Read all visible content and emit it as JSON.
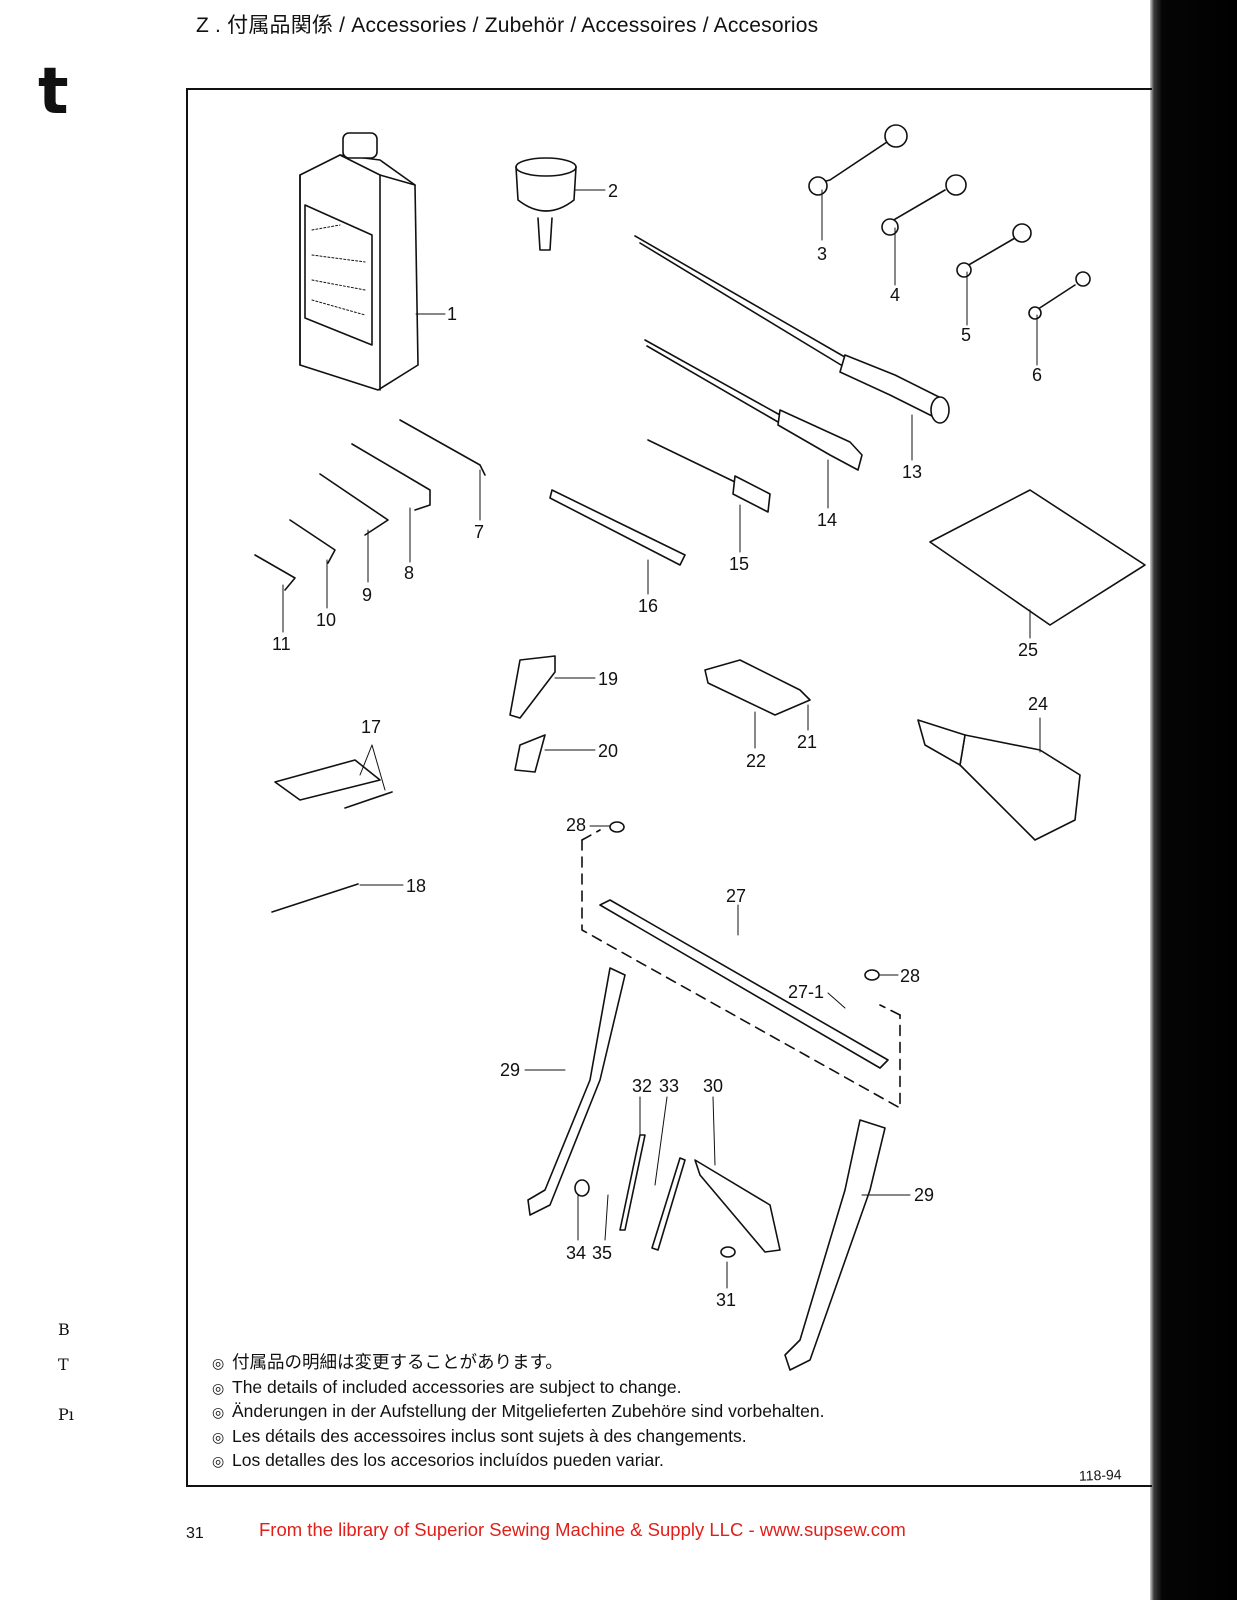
{
  "header": {
    "title": "Z . 付属品関係 / Accessories / Zubehör / Accessoires / Accesorios"
  },
  "left_margin": {
    "big_letter": "t",
    "marks": [
      "B",
      "T",
      "Pı"
    ]
  },
  "diagram": {
    "callouts": [
      "1",
      "2",
      "3",
      "4",
      "5",
      "6",
      "7",
      "8",
      "9",
      "10",
      "11",
      "13",
      "14",
      "15",
      "16",
      "17",
      "18",
      "19",
      "20",
      "21",
      "22",
      "24",
      "25",
      "27",
      "27-1",
      "28",
      "29",
      "30",
      "31",
      "32",
      "33",
      "34",
      "35"
    ]
  },
  "notes": [
    "付属品の明細は変更することがあります。",
    "The details of included accessories are subject to change.",
    "Änderungen in der Aufstellung der Mitgelieferten Zubehöre sind vorbehalten.",
    "Les détails des accessoires inclus sont sujets à des changements.",
    "Los detalles des los accesorios incluídos pueden variar."
  ],
  "note_marker": "◎",
  "page_number": "31",
  "doc_id": "118-94",
  "footer": {
    "text": "From the library of Superior Sewing Machine & Supply LLC - www.supsew.com",
    "color": "#e0201a"
  }
}
